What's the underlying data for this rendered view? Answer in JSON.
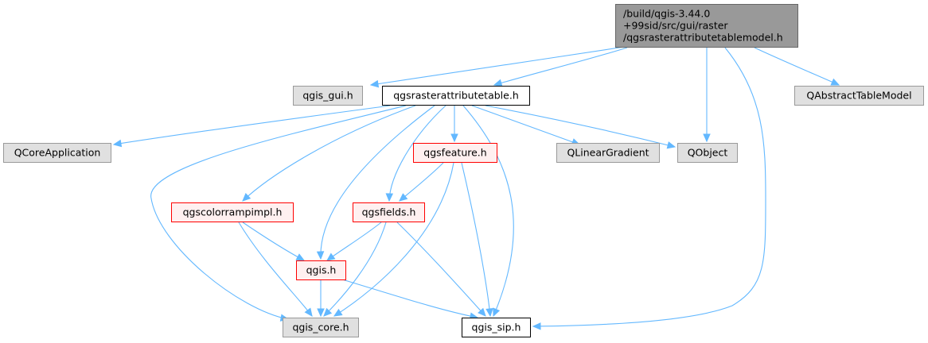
{
  "colors": {
    "edge": "#63b8ff",
    "root_fill": "#999999",
    "root_border": "#666666",
    "plain_fill": "#ffffff",
    "plain_border": "#000000",
    "external_fill": "#e0e0e0",
    "external_border": "#999999",
    "incomplete_fill": "#fff0f0",
    "incomplete_border": "#ff0000"
  },
  "nodes": {
    "root": {
      "lines": [
        "/build/qgis-3.44.0",
        "+99sid/src/gui/raster",
        "/qgsrasterattributetablemodel.h"
      ],
      "style": "root"
    },
    "qgis_gui": {
      "lines": [
        "qgis_gui.h"
      ],
      "style": "external"
    },
    "rat": {
      "lines": [
        "qgsrasterattributetable.h"
      ],
      "style": "plain"
    },
    "qabstracttablemodel": {
      "lines": [
        "QAbstractTableModel"
      ],
      "style": "external"
    },
    "qcoreapplication": {
      "lines": [
        "QCoreApplication"
      ],
      "style": "external"
    },
    "qgsfeature": {
      "lines": [
        "qgsfeature.h"
      ],
      "style": "incomplete"
    },
    "qlineargradient": {
      "lines": [
        "QLinearGradient"
      ],
      "style": "external"
    },
    "qobject": {
      "lines": [
        "QObject"
      ],
      "style": "external"
    },
    "qgscolorrampimpl": {
      "lines": [
        "qgscolorrampimpl.h"
      ],
      "style": "incomplete"
    },
    "qgsfields": {
      "lines": [
        "qgsfields.h"
      ],
      "style": "incomplete"
    },
    "qgis": {
      "lines": [
        "qgis.h"
      ],
      "style": "incomplete"
    },
    "qgis_core": {
      "lines": [
        "qgis_core.h"
      ],
      "style": "external"
    },
    "qgis_sip": {
      "lines": [
        "qgis_sip.h"
      ],
      "style": "plain"
    }
  },
  "edges": [
    [
      "root",
      "qgis_gui"
    ],
    [
      "root",
      "rat"
    ],
    [
      "root",
      "qobject"
    ],
    [
      "root",
      "qabstracttablemodel"
    ],
    [
      "root",
      "qgis_sip"
    ],
    [
      "rat",
      "qcoreapplication"
    ],
    [
      "rat",
      "qgsfeature"
    ],
    [
      "rat",
      "qlineargradient"
    ],
    [
      "rat",
      "qobject"
    ],
    [
      "rat",
      "qgscolorrampimpl"
    ],
    [
      "rat",
      "qgsfields"
    ],
    [
      "rat",
      "qgis"
    ],
    [
      "rat",
      "qgis_core"
    ],
    [
      "rat",
      "qgis_sip"
    ],
    [
      "qgsfeature",
      "qgsfields"
    ],
    [
      "qgsfeature",
      "qgis_core"
    ],
    [
      "qgsfeature",
      "qgis_sip"
    ],
    [
      "qgscolorrampimpl",
      "qgis"
    ],
    [
      "qgscolorrampimpl",
      "qgis_core"
    ],
    [
      "qgsfields",
      "qgis"
    ],
    [
      "qgsfields",
      "qgis_core"
    ],
    [
      "qgsfields",
      "qgis_sip"
    ],
    [
      "qgis",
      "qgis_core"
    ],
    [
      "qgis",
      "qgis_sip"
    ]
  ]
}
